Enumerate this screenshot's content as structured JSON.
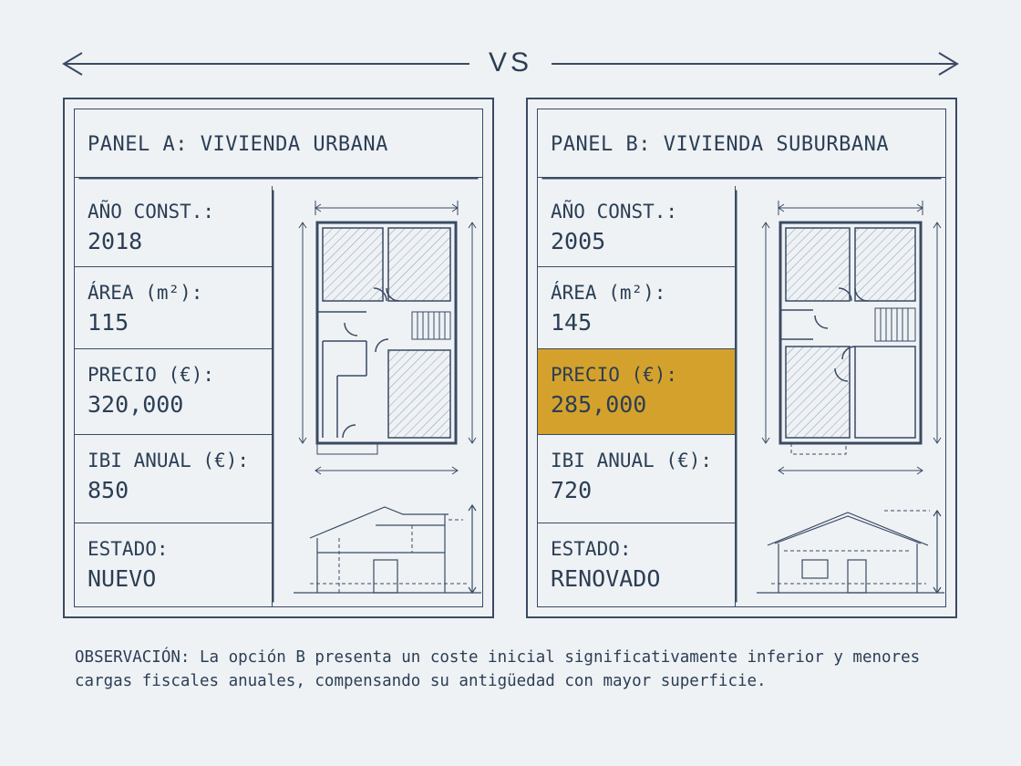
{
  "header": {
    "label": "VS"
  },
  "panels": [
    {
      "title": "PANEL A: VIVIENDA URBANA",
      "fields": [
        {
          "label": "AÑO CONST.:",
          "value": "2018",
          "highlight": false
        },
        {
          "label": "ÁREA (m²):",
          "value": "115",
          "highlight": false
        },
        {
          "label": "PRECIO (€):",
          "value": "320,000",
          "highlight": false
        },
        {
          "label": "IBI ANUAL (€):",
          "value": "850",
          "highlight": false
        },
        {
          "label": "ESTADO:",
          "value": "NUEVO",
          "highlight": false
        }
      ]
    },
    {
      "title": "PANEL B: VIVIENDA SUBURBANA",
      "fields": [
        {
          "label": "AÑO CONST.:",
          "value": "2005",
          "highlight": false
        },
        {
          "label": "ÁREA (m²):",
          "value": "145",
          "highlight": false
        },
        {
          "label": "PRECIO (€):",
          "value": "285,000",
          "highlight": true
        },
        {
          "label": "IBI ANUAL (€):",
          "value": "720",
          "highlight": false
        },
        {
          "label": "ESTADO:",
          "value": "RENOVADO",
          "highlight": false
        }
      ]
    }
  ],
  "observation": "OBSERVACIÓN: La opción B presenta un coste inicial significativamente inferior y menores cargas fiscales anuales, compensando su antigüedad con mayor superficie.",
  "colors": {
    "line": "#3a4a63",
    "highlight": "#d4a22c",
    "background": "#eef2f5"
  }
}
